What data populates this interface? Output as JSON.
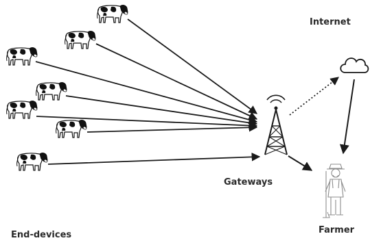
{
  "labels": {
    "internet": "Internet",
    "gateways": "Gateways",
    "farmer": "Farmer",
    "end_devices": "End-devices"
  },
  "colors": {
    "ink": "#1a1a1a",
    "cow_body": "#ffffff",
    "cow_spot": "#111111",
    "farmer_ink": "#8c8c8c"
  },
  "icons": {
    "device": "cow-icon",
    "gateway": "antenna-tower-icon",
    "internet": "cloud-icon",
    "farmer": "farmer-icon"
  }
}
